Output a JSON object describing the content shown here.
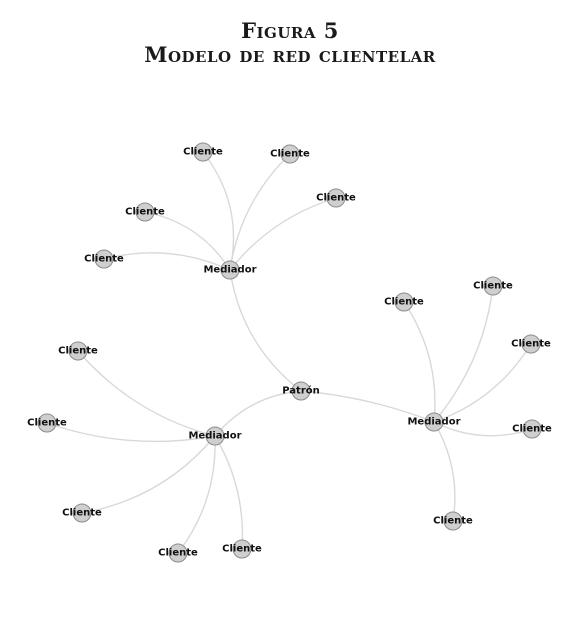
{
  "figure": {
    "title": "Figura 5",
    "subtitle": "Modelo de red clientelar"
  },
  "colors": {
    "node_fill": "#cfcfcf",
    "node_stroke": "#8c8c8c",
    "edge": "#d9d9d9",
    "text": "#111111"
  },
  "network": {
    "nodes": [
      {
        "id": "patron",
        "label": "Patrón"
      },
      {
        "id": "m1",
        "label": "Mediador"
      },
      {
        "id": "m2",
        "label": "Mediador"
      },
      {
        "id": "m3",
        "label": "Mediador"
      },
      {
        "id": "c1",
        "label": "Cliente"
      },
      {
        "id": "c2",
        "label": "Cliente"
      },
      {
        "id": "c3",
        "label": "Cliente"
      },
      {
        "id": "c4",
        "label": "Cliente"
      },
      {
        "id": "c5",
        "label": "Cliente"
      },
      {
        "id": "c6",
        "label": "Cliente"
      },
      {
        "id": "c7",
        "label": "Cliente"
      },
      {
        "id": "c8",
        "label": "Cliente"
      },
      {
        "id": "c9",
        "label": "Cliente"
      },
      {
        "id": "c10",
        "label": "Cliente"
      },
      {
        "id": "c11",
        "label": "Cliente"
      },
      {
        "id": "c12",
        "label": "Cliente"
      },
      {
        "id": "c13",
        "label": "Cliente"
      },
      {
        "id": "c14",
        "label": "Cliente"
      },
      {
        "id": "c15",
        "label": "Cliente"
      }
    ],
    "edges": [
      [
        "patron",
        "m1"
      ],
      [
        "patron",
        "m2"
      ],
      [
        "patron",
        "m3"
      ],
      [
        "m1",
        "c1"
      ],
      [
        "m1",
        "c2"
      ],
      [
        "m1",
        "c3"
      ],
      [
        "m1",
        "c4"
      ],
      [
        "m1",
        "c5"
      ],
      [
        "m2",
        "c6"
      ],
      [
        "m2",
        "c7"
      ],
      [
        "m2",
        "c8"
      ],
      [
        "m2",
        "c9"
      ],
      [
        "m2",
        "c10"
      ],
      [
        "m3",
        "c11"
      ],
      [
        "m3",
        "c12"
      ],
      [
        "m3",
        "c13"
      ],
      [
        "m3",
        "c14"
      ],
      [
        "m3",
        "c15"
      ]
    ]
  }
}
